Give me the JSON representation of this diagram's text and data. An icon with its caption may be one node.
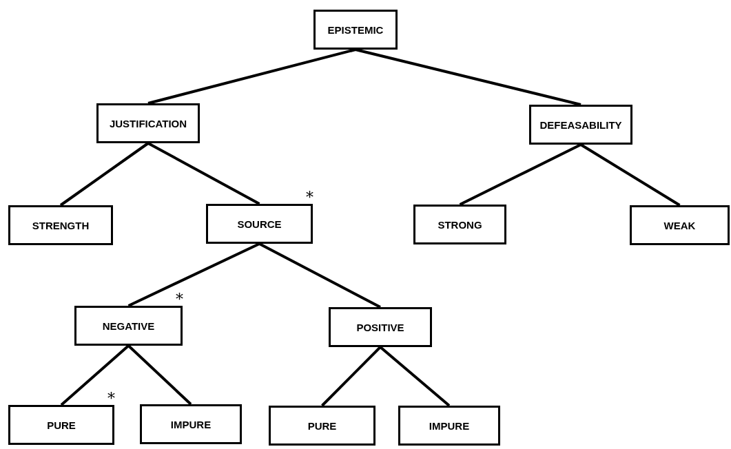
{
  "diagram": {
    "nodes": [
      {
        "text": [
          "EPISTEMIC"
        ]
      },
      {
        "text": [
          "JUSTIFICATION"
        ]
      },
      {
        "text": [
          "DEFEASABILITY"
        ]
      },
      {
        "text": [
          "STRENGTH"
        ]
      },
      {
        "text": [
          "SOURCE"
        ],
        "beside": [
          "*"
        ]
      },
      {
        "text": [
          "STRONG"
        ]
      },
      {
        "text": [
          "WEAK"
        ]
      },
      {
        "text": [
          "NEGATIVE"
        ],
        "beside": [
          "*"
        ]
      },
      {
        "text": [
          "POSITIVE"
        ]
      },
      {
        "text": [
          "PURE"
        ],
        "beside": [
          "*"
        ]
      },
      {
        "text": [
          "IMPURE"
        ]
      },
      {
        "text": [
          "PURE"
        ]
      },
      {
        "text": [
          "IMPURE"
        ]
      }
    ],
    "edges": [
      {
        "from": 0,
        "to": 1,
        "arrow": "none"
      },
      {
        "from": 0,
        "to": 2,
        "arrow": "none"
      },
      {
        "from": 1,
        "to": 3,
        "arrow": "none"
      },
      {
        "from": 1,
        "to": 4,
        "arrow": "none"
      },
      {
        "from": 2,
        "to": 5,
        "arrow": "none"
      },
      {
        "from": 2,
        "to": 6,
        "arrow": "none"
      },
      {
        "from": 4,
        "to": 7,
        "arrow": "none"
      },
      {
        "from": 4,
        "to": 8,
        "arrow": "none"
      },
      {
        "from": 7,
        "to": 9,
        "arrow": "none"
      },
      {
        "from": 7,
        "to": 10,
        "arrow": "none"
      },
      {
        "from": 8,
        "to": 11,
        "arrow": "none"
      },
      {
        "from": 8,
        "to": 12,
        "arrow": "none"
      }
    ]
  }
}
